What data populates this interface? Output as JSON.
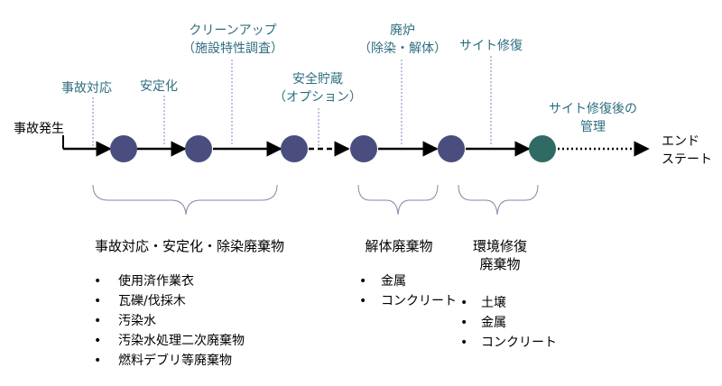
{
  "start_label": "事故発生",
  "end_label": [
    "エンド",
    "ステート"
  ],
  "phases": {
    "accident_response": "事故対応",
    "stabilization": "安定化",
    "cleanup": [
      "クリーンアップ",
      "（施設特性調査）"
    ],
    "safe_storage": [
      "安全貯蔵",
      "（オプション）"
    ],
    "decommissioning": [
      "廃炉",
      "（除染・解体）"
    ],
    "site_restoration": "サイト修復",
    "post_restoration": [
      "サイト修復後の",
      "管理"
    ]
  },
  "groups": [
    {
      "title": [
        "事故対応・安定化・除染廃棄物"
      ],
      "items": [
        "使用済作業衣",
        "瓦礫/伐採木",
        "汚染水",
        "汚染水処理二次廃棄物",
        "燃料デブリ等廃棄物"
      ]
    },
    {
      "title": [
        "解体廃棄物"
      ],
      "items": [
        "金属",
        "コンクリート"
      ]
    },
    {
      "title": [
        "環境修復",
        "廃棄物"
      ],
      "items": [
        "土壌",
        "金属",
        "コンクリート"
      ]
    }
  ],
  "bullet": "•",
  "colors": {
    "phase_text": "#2e6e80",
    "node_fill": "#4a4e7e",
    "end_node_fill": "#2f6b64",
    "bracket": "#7f8aa6",
    "dashed_line": "#7a89b8"
  }
}
